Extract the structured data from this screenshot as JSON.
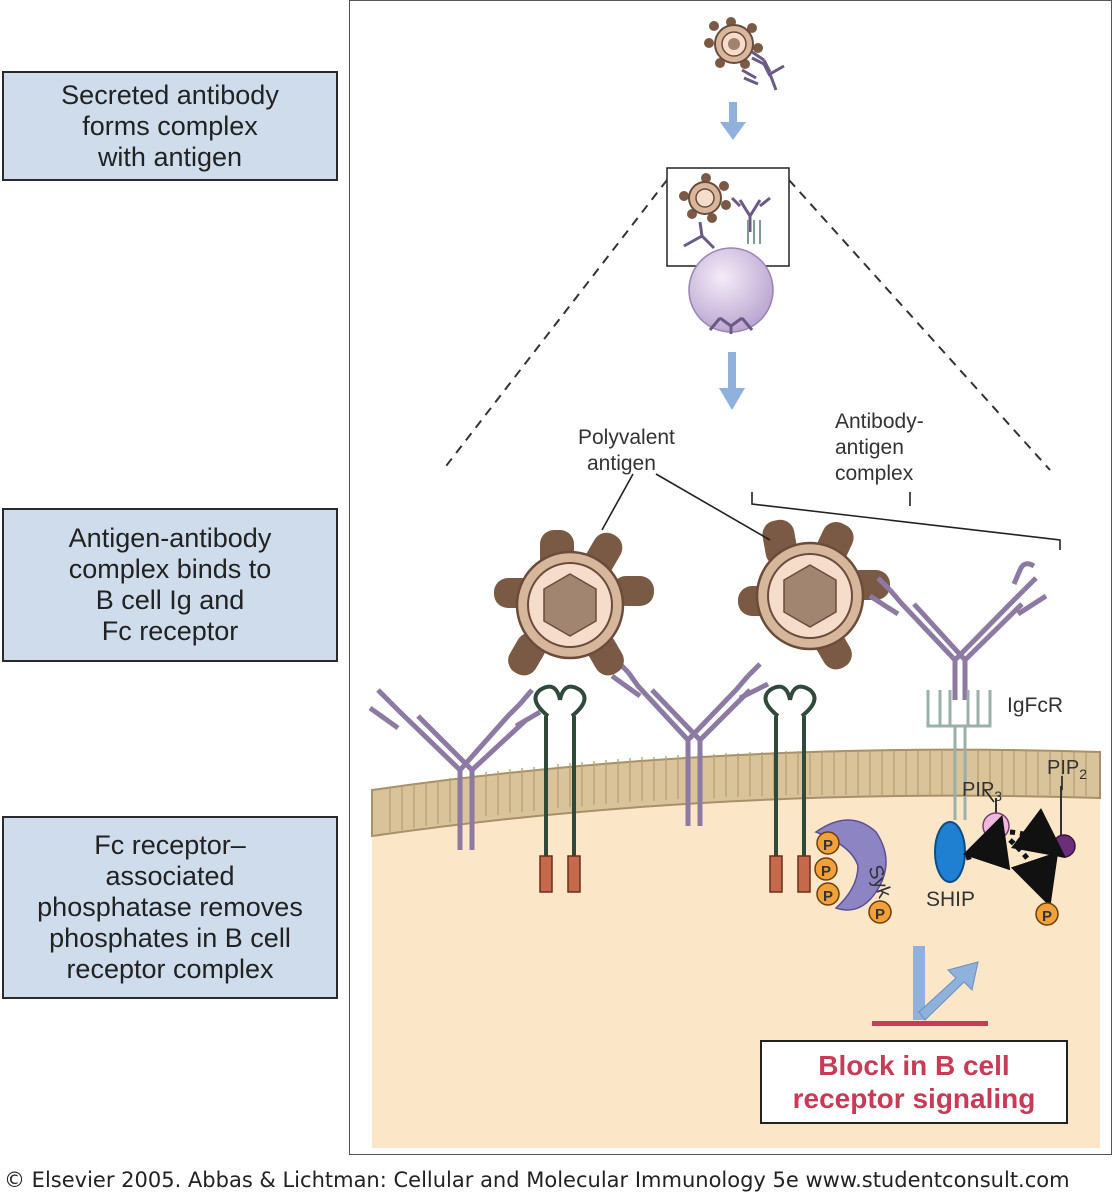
{
  "steps": [
    {
      "text": "Secreted antibody\nforms complex\nwith antigen"
    },
    {
      "text": "Antigen-antibody\ncomplex binds to\nB cell Ig and\nFc receptor"
    },
    {
      "text": "Fc receptor–\nassociated\nphosphatase removes\nphosphates in B cell\nreceptor complex"
    }
  ],
  "labels": {
    "polyvalent_line1": "Polyvalent",
    "polyvalent_line2": "antigen",
    "complex_line1": "Antibody-",
    "complex_line2": "antigen",
    "complex_line3": "complex",
    "igfcr": "IgFcR",
    "pip3": "PIP",
    "pip3_sub": "3",
    "pip2": "PIP",
    "pip2_sub": "2",
    "ship": "SHIP",
    "syk": "Syk",
    "phosphate": "P"
  },
  "result": "Block in B cell\nreceptor signaling",
  "copyright": "© Elsevier 2005. Abbas & Lichtman: Cellular and Molecular Immunology 5e www.studentconsult.com",
  "colors": {
    "box_fill": "#cfdcec",
    "cytoplasm": "#fbe6c8",
    "membrane": "#d9c39a",
    "antibody": "#8c7aa2",
    "antigen_spike": "#7a5a44",
    "arrow": "#8fb1dc",
    "phosphate": "#f2a03a",
    "syk": "#8d84c4",
    "ship": "#1f7fd0",
    "block_text": "#c83a56"
  }
}
